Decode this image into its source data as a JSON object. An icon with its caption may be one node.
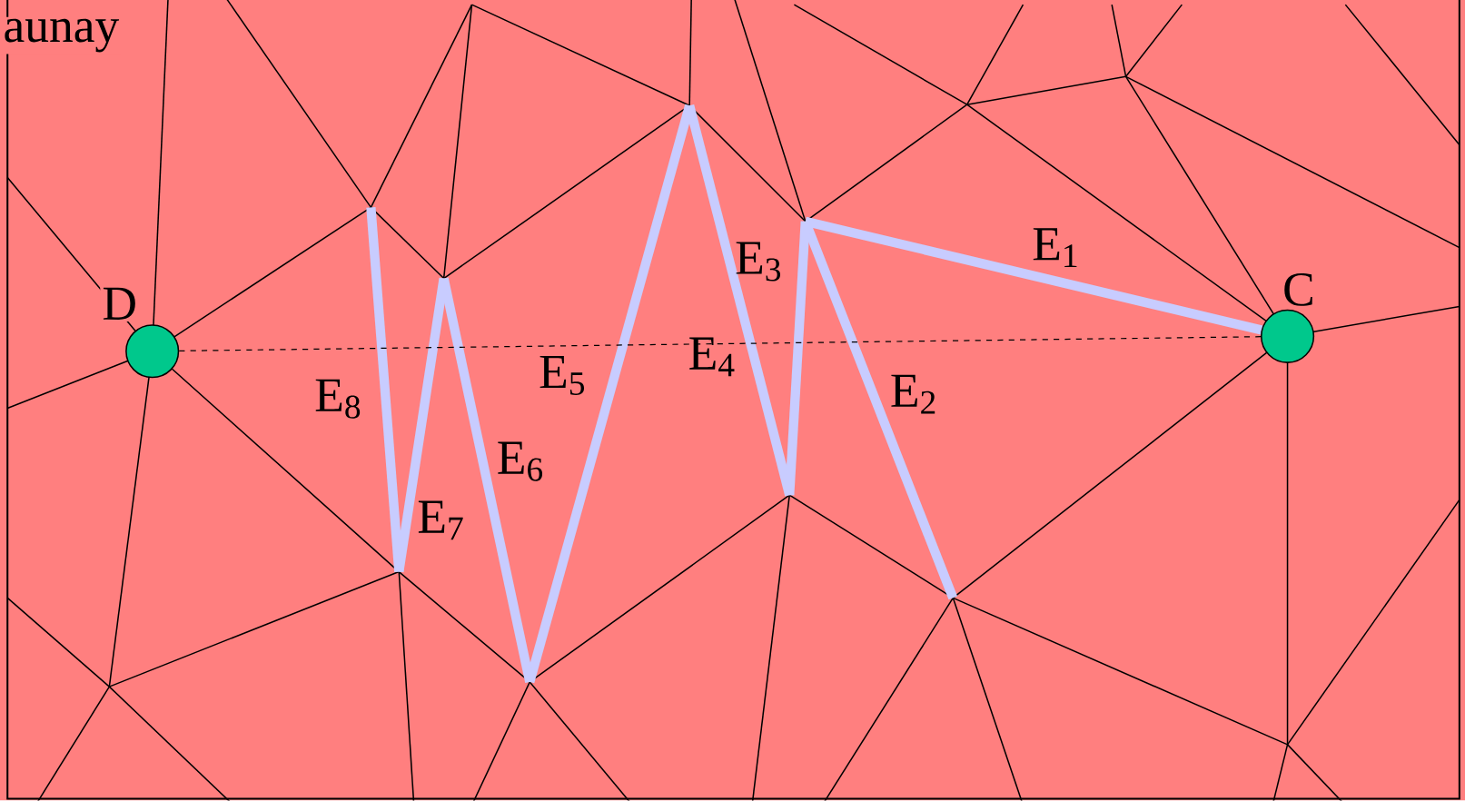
{
  "diagram": {
    "title": "aunay",
    "nodes": [
      {
        "text": [],
        "shape": "circle",
        "beside": [
          "D"
        ]
      },
      {
        "text": [],
        "shape": "circle",
        "beside": [
          "C"
        ]
      }
    ],
    "edges": [
      {
        "from": 0,
        "to": 1,
        "arrow": "none",
        "style": "dashed"
      }
    ],
    "labels": [
      "E$_{1}$",
      "E$_{3}$",
      "E$_{4}$",
      "E$_{5}$",
      "E$_{2}$",
      "E$_{8}$",
      "E$_{6}$",
      "E$_{7}$"
    ]
  }
}
